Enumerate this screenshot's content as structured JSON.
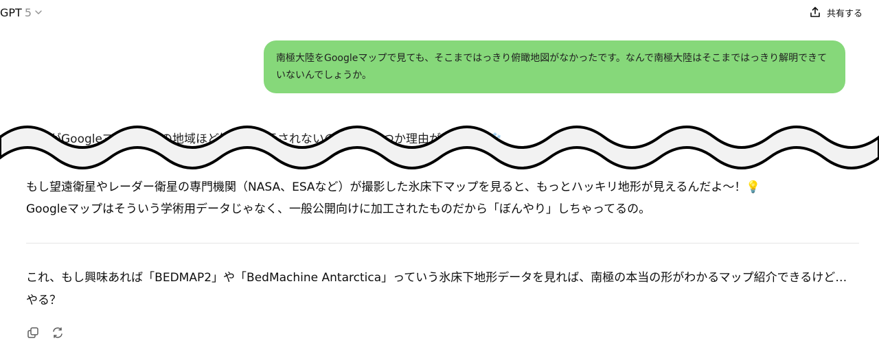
{
  "header": {
    "model_name": "GPT",
    "model_version": "5",
    "share_label": "共有する"
  },
  "user_message": "南極大陸をGoogleマップで見ても、そこまではっきり俯瞰地図がなかったです。なんで南極大陸はそこまではっきり解明できていないんでしょうか。",
  "assistant": {
    "partial_line": "　　がGoogleマップで他の地域ほど鮮明に表示されないのにはいくつか理由があります❄️",
    "paragraph_1": [
      "もし望遠衛星やレーダー衛星の専門機関（NASA、ESAなど）が撮影した氷床下マップを見ると、もっとハッキリ地形が見えるんだよ〜！💡",
      "Googleマップはそういう学術用データじゃなく、一般公開向けに加工されたものだから「ぼんやり」しちゃってるの。"
    ],
    "paragraph_2": [
      "これ、もし興味あれば「BEDMAP2」や「BedMachine Antarctica」っていう氷床下地形データを見れば、南極の本当の形がわかるマップ紹介できるけど…",
      "やる？"
    ]
  },
  "actions": {
    "copy_icon": "copy-icon",
    "regenerate_icon": "regenerate-icon"
  },
  "colors": {
    "user_bubble": "#86d87a",
    "divider": "#e5e5e5"
  }
}
